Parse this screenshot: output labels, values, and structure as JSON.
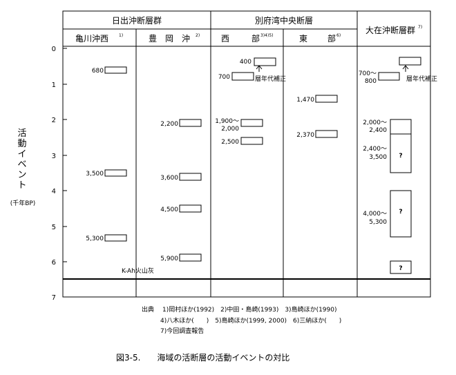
{
  "headers": {
    "group1": "日出沖断層群",
    "group2": "別府湾中央断層",
    "group3": "大在沖断層群",
    "group3_sup": "7)",
    "col1": "亀川沖西",
    "col1_sup": "1)",
    "col2": "豊　岡　沖",
    "col2_sup": "2)",
    "col3a": "西",
    "col3b": "部",
    "col3_sup": "3)4)5)",
    "col4a": "東",
    "col4b": "部",
    "col4_sup": "6)"
  },
  "y_axis": {
    "label": "活動イベント",
    "unit": "(千年BP)",
    "ticks": [
      "0",
      "1",
      "2",
      "3",
      "4",
      "5",
      "6",
      "7"
    ]
  },
  "events": {
    "col1": [
      "680",
      "3,500",
      "5,300"
    ],
    "col2": [
      "2,200",
      "3,600",
      "4,500",
      "5,900"
    ],
    "col3": [
      "400",
      "700",
      "1,900～",
      "2,000",
      "2,500"
    ],
    "col4": [
      "1,470",
      "2,370"
    ],
    "col5": [
      "700～",
      "800",
      "2,000～",
      "2,400",
      "2,400～",
      "3,500",
      "4,000～",
      "5,300"
    ],
    "unknown_mark": "?"
  },
  "annotations": {
    "correction": "層年代補正",
    "volcanic_ash": "K-Ah火山灰"
  },
  "sources": {
    "prefix": "出典",
    "line1": "1)岡村ほか(1992)　2)中田・島崎(1993)　3)島崎ほか(1990)",
    "line2": "4)八木ほか(　　)　5)島崎ほか(1999, 2000)　6)三納ほか(　　)",
    "line3": "7)今回調査報告"
  },
  "caption": "図3-5.　　海域の活断層の活動イベントの対比"
}
